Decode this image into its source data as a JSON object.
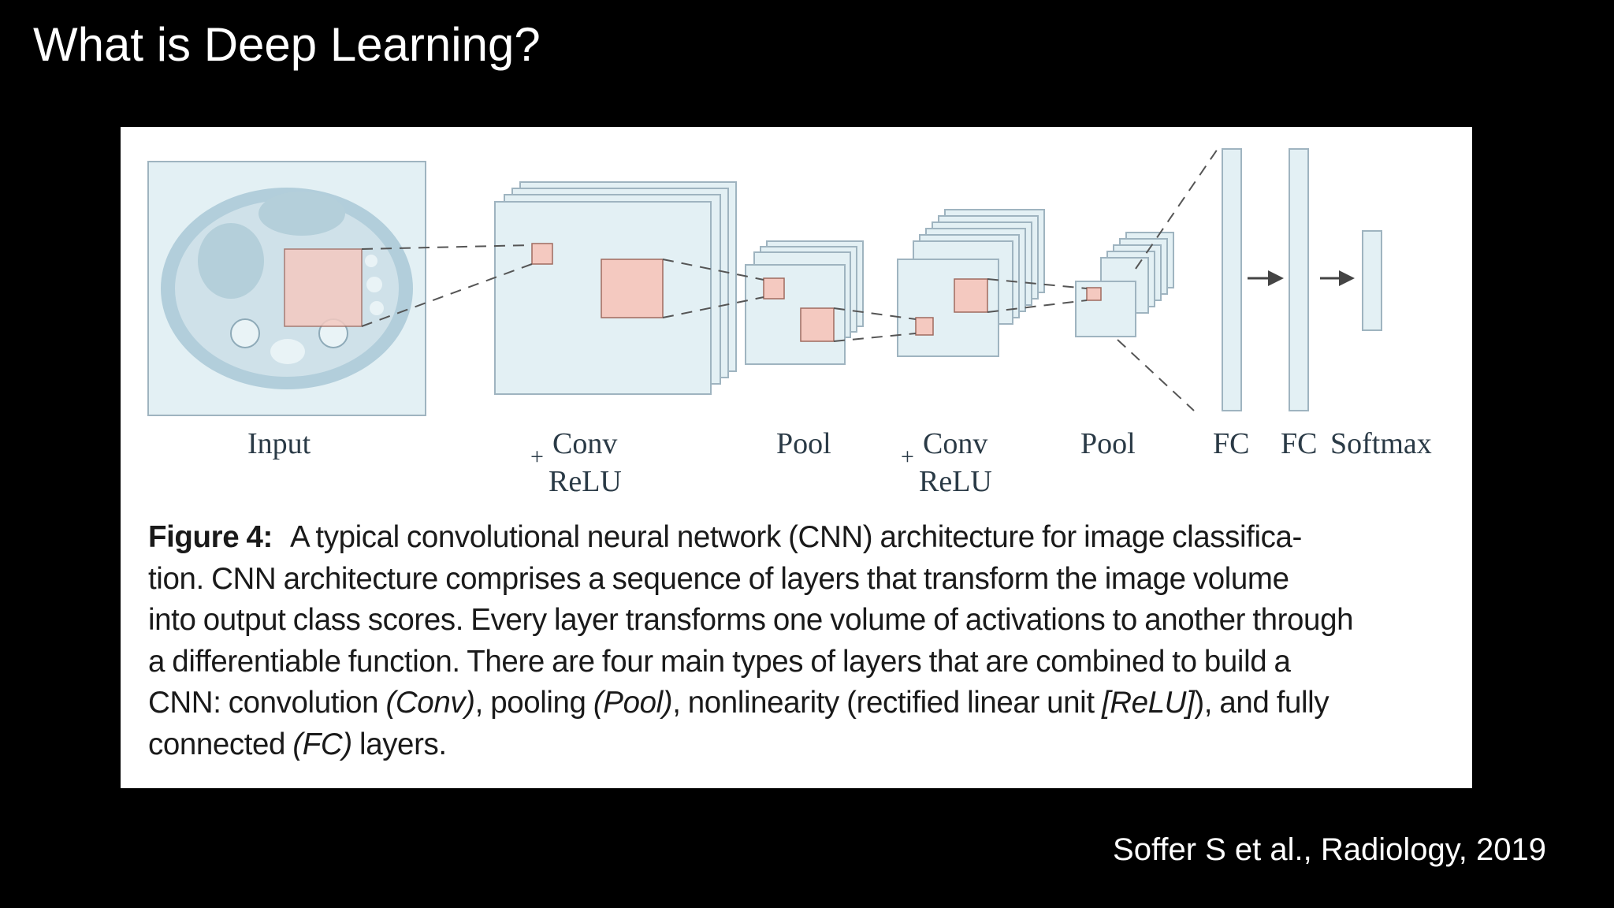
{
  "slide": {
    "title": "What is Deep Learning?",
    "citation": "Soffer S et al., Radiology, 2019"
  },
  "diagram": {
    "layers": [
      {
        "id": "input",
        "label": "Input"
      },
      {
        "id": "conv1",
        "label": "Conv",
        "label2": "ReLU",
        "prefix": "+"
      },
      {
        "id": "pool1",
        "label": "Pool"
      },
      {
        "id": "conv2",
        "label": "Conv",
        "label2": "ReLU",
        "prefix": "+"
      },
      {
        "id": "pool2",
        "label": "Pool"
      },
      {
        "id": "fc1",
        "label": "FC"
      },
      {
        "id": "fc2",
        "label": "FC"
      },
      {
        "id": "softmax",
        "label": "Softmax"
      }
    ],
    "colors": {
      "volume_fill": "#e3f0f4",
      "volume_stroke": "#9fb4c0",
      "receptive_field": "#f4c9c0",
      "receptive_stroke": "#a06a5f",
      "scan_tissue": "#a9c8d6"
    }
  },
  "caption": {
    "label": "Figure 4:",
    "lines": [
      "A typical convolutional neural network (CNN) architecture for image classifica-",
      "tion. CNN architecture comprises a sequence of layers that transform the image volume",
      "into output class scores. Every layer transforms one volume of activations to another through",
      "a differentiable function. There are four main types of layers that are combined to build a",
      "CNN: convolution ",
      "(Conv)",
      ", pooling ",
      "(Pool)",
      ", nonlinearity (rectified linear unit ",
      "[ReLU]",
      "), and fully",
      "connected ",
      "(FC)",
      " layers."
    ]
  }
}
